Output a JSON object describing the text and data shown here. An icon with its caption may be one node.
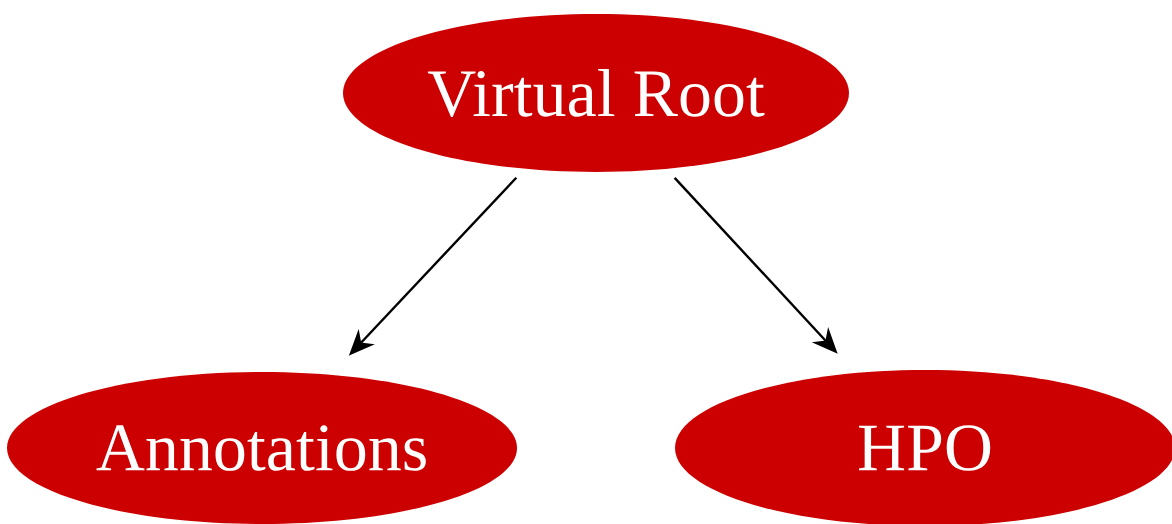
{
  "diagram": {
    "nodes": [
      {
        "text": [
          "Virtual Root"
        ]
      },
      {
        "text": [
          "Annotations"
        ]
      },
      {
        "text": [
          "HPO"
        ]
      }
    ],
    "edges": [
      {
        "from": 0,
        "to": 1,
        "arrow": "to"
      },
      {
        "from": 0,
        "to": 2,
        "arrow": "to"
      }
    ]
  }
}
